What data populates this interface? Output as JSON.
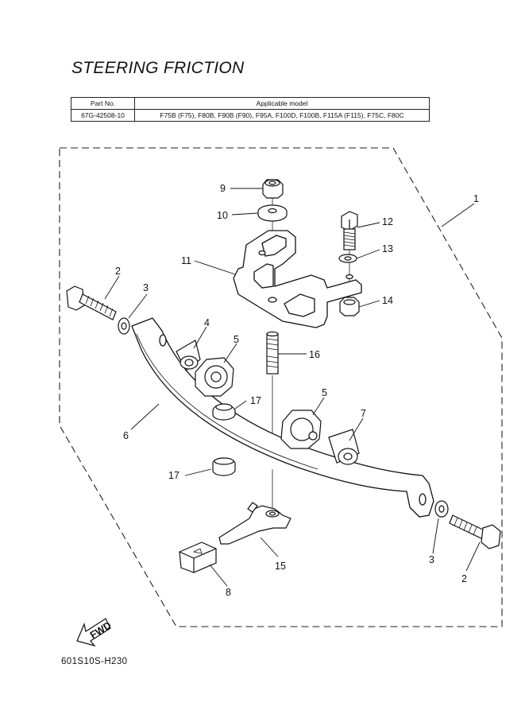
{
  "title": "STEERING FRICTION",
  "table": {
    "headers": [
      "Part No.",
      "Applicable model"
    ],
    "rows": [
      [
        "67G-42508-10",
        "F75B (F75), F80B, F90B (F90), F95A, F100D, F100B, F115A (F115), F75C, F80C"
      ]
    ]
  },
  "callouts": {
    "c1": "1",
    "c2a": "2",
    "c2b": "2",
    "c3a": "3",
    "c3b": "3",
    "c4": "4",
    "c5a": "5",
    "c5b": "5",
    "c6": "6",
    "c7": "7",
    "c8": "8",
    "c9": "9",
    "c10": "10",
    "c11": "11",
    "c12": "12",
    "c13": "13",
    "c14": "14",
    "c15": "15",
    "c16": "16",
    "c17a": "17",
    "c17b": "17"
  },
  "fwd_label": "FWD",
  "diagram_code": "601S10S-H230"
}
